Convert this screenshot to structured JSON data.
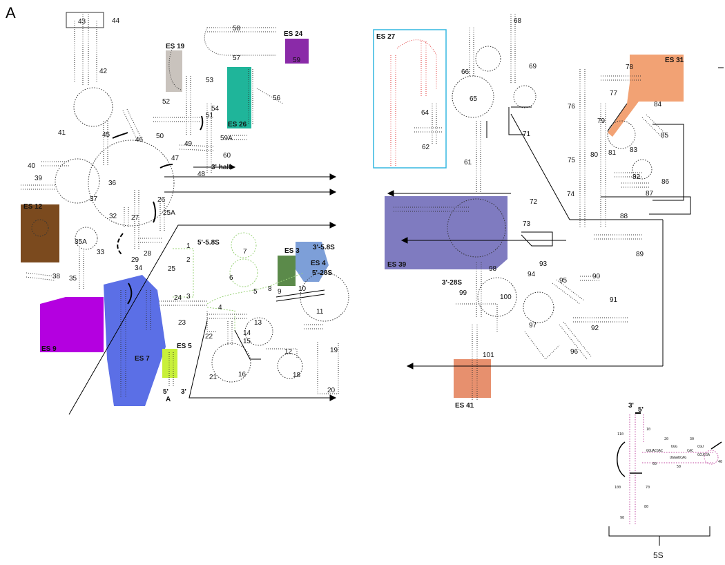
{
  "panel_label": "A",
  "colors": {
    "ES 12": "#7b4a1e",
    "ES 9": "#b400e0",
    "ES 7": "#5b6fe6",
    "ES 5": "#c8f03a",
    "ES 3": "#5b8a4a",
    "ES 4": "#7d9fd8",
    "ES 19": "#c9c3bd",
    "ES 26": "#1fb59a",
    "ES 24": "#8a2aa8",
    "ES 27": "#34b7e0",
    "ES 39": "#7f7bc0",
    "ES 41": "#e7906e",
    "ES 31": "#f2a274",
    "helix_5_8S": "#9bd37a",
    "rRNA_5S": "#c04aa0",
    "mismatch": "#e23a3a",
    "structure": "#333333"
  },
  "expansion_segments": [
    {
      "id": "es12",
      "label": "ES 12"
    },
    {
      "id": "es9",
      "label": "ES 9"
    },
    {
      "id": "es7",
      "label": "ES 7"
    },
    {
      "id": "es5",
      "label": "ES 5"
    },
    {
      "id": "es3",
      "label": "ES 3"
    },
    {
      "id": "es4",
      "label": "ES 4"
    },
    {
      "id": "es19",
      "label": "ES 19"
    },
    {
      "id": "es26",
      "label": "ES 26"
    },
    {
      "id": "es24",
      "label": "ES 24"
    },
    {
      "id": "es27",
      "label": "ES 27"
    },
    {
      "id": "es39",
      "label": "ES 39"
    },
    {
      "id": "es41",
      "label": "ES 41"
    },
    {
      "id": "es31",
      "label": "ES 31"
    }
  ],
  "helix_numbers": [
    "1",
    "2",
    "3",
    "4",
    "5",
    "6",
    "7",
    "8",
    "9",
    "10",
    "11",
    "12",
    "13",
    "14",
    "15",
    "16",
    "18",
    "19",
    "20",
    "21",
    "22",
    "23",
    "24",
    "25",
    "25A",
    "26",
    "27",
    "28",
    "29",
    "32",
    "33",
    "34",
    "35",
    "35A",
    "36",
    "37",
    "38",
    "39",
    "40",
    "41",
    "42",
    "43",
    "44",
    "45",
    "46",
    "47",
    "48",
    "49",
    "50",
    "51",
    "52",
    "53",
    "54",
    "56",
    "57",
    "58",
    "59",
    "59A",
    "60",
    "61",
    "62",
    "64",
    "65",
    "66",
    "68",
    "69",
    "71",
    "72",
    "73",
    "74",
    "75",
    "76",
    "77",
    "78",
    "79",
    "80",
    "81",
    "82",
    "83",
    "84",
    "85",
    "86",
    "87",
    "88",
    "89",
    "90",
    "91",
    "92",
    "93",
    "94",
    "95",
    "96",
    "97",
    "98",
    "99",
    "100",
    "101"
  ],
  "annotations": {
    "five_p_58s": "5'-5.8S",
    "three_p_58s": "3'-5.8S",
    "five_p_28s": "5'-28S",
    "three_p_28s": "3'-28S",
    "three_half": "3' half",
    "five_prime": "5'",
    "three_prime": "3'",
    "strand_letter": "A"
  },
  "rRNA_5S": {
    "label": "5S",
    "five_prime": "5'",
    "three_prime": "3'",
    "positions": [
      "10",
      "20",
      "30",
      "40",
      "50",
      "60",
      "70",
      "80",
      "90",
      "100",
      "110"
    ],
    "segments": [
      "GGUACGAC",
      "UGG",
      "CAC",
      "CGU",
      "UGGAUCAG",
      "GCUCGA"
    ]
  }
}
